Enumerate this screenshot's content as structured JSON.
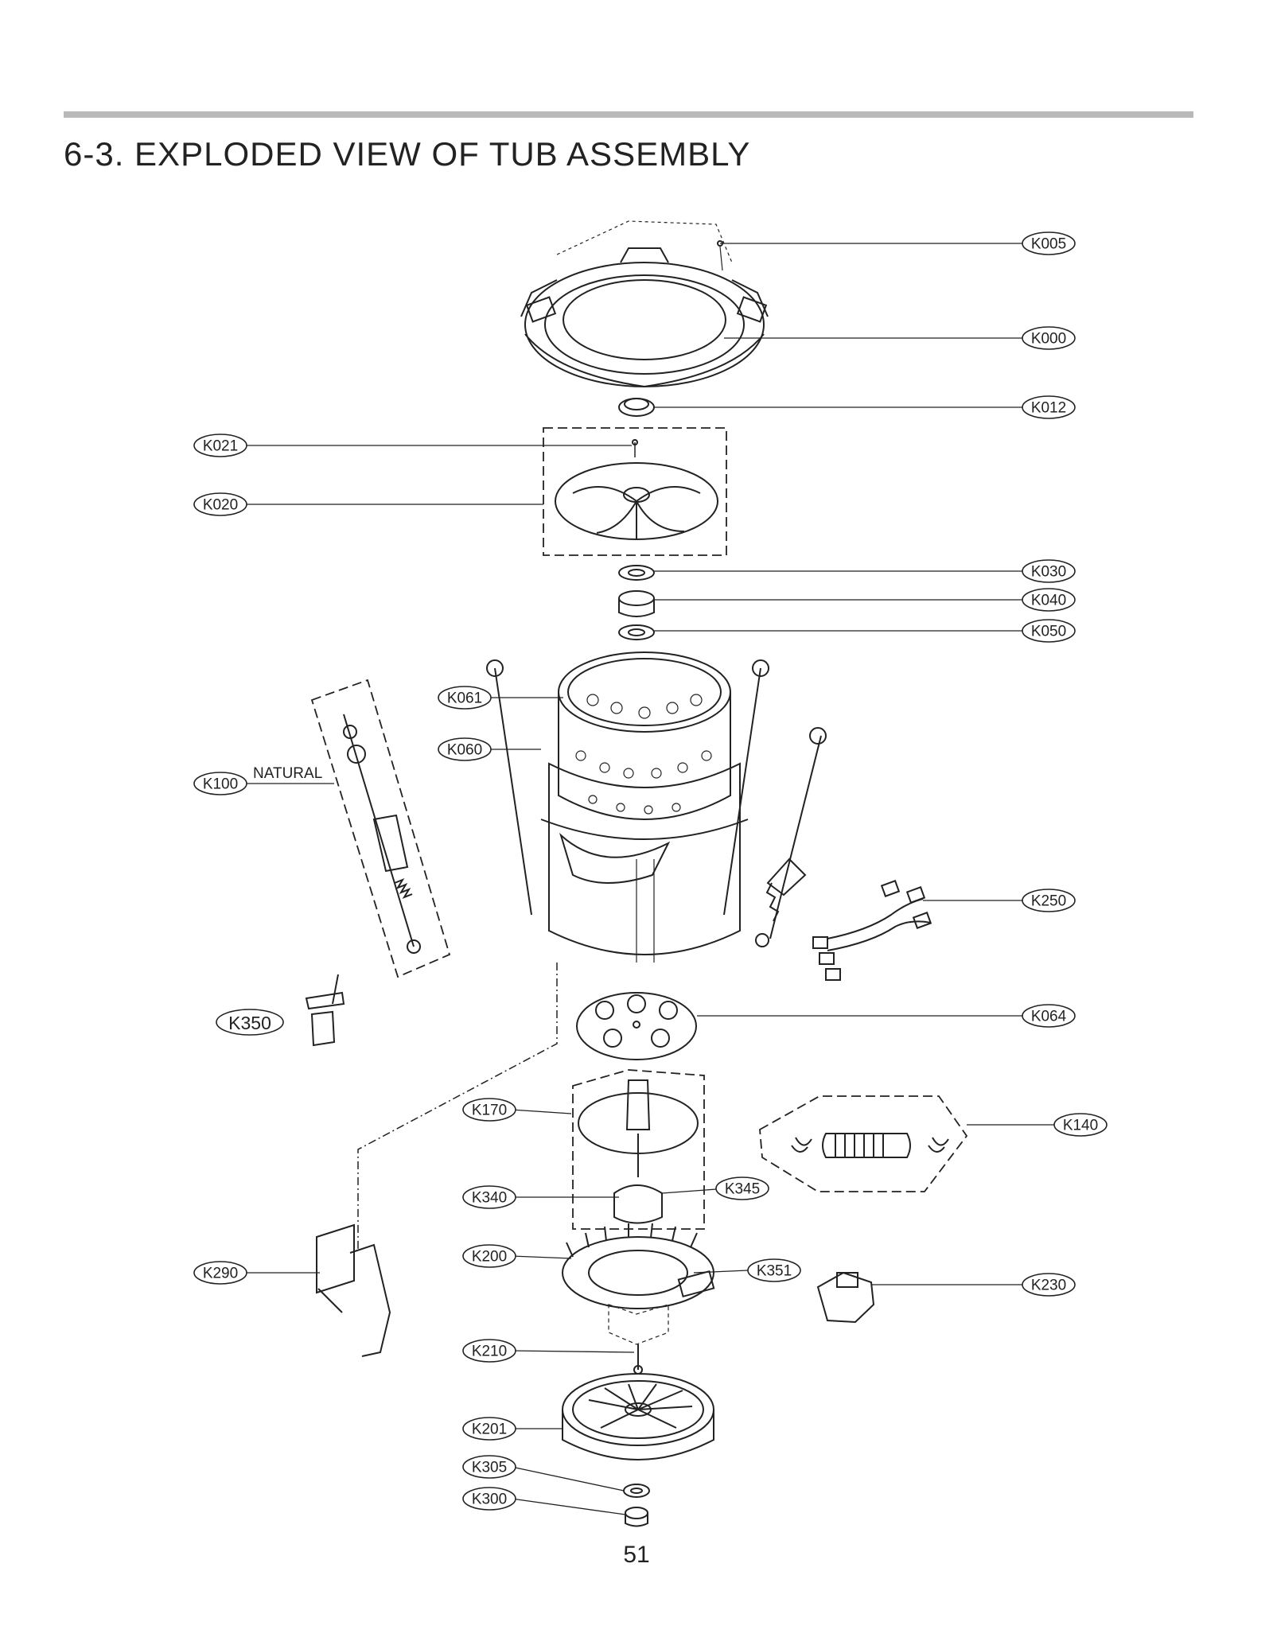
{
  "header": {
    "title": "6-3. EXPLODED VIEW OF TUB ASSEMBLY"
  },
  "callouts": [
    {
      "id": "K005",
      "label": "K005"
    },
    {
      "id": "K000",
      "label": "K000"
    },
    {
      "id": "K012",
      "label": "K012"
    },
    {
      "id": "K021",
      "label": "K021"
    },
    {
      "id": "K020",
      "label": "K020"
    },
    {
      "id": "K030",
      "label": "K030"
    },
    {
      "id": "K040",
      "label": "K040"
    },
    {
      "id": "K050",
      "label": "K050"
    },
    {
      "id": "K061",
      "label": "K061"
    },
    {
      "id": "K060",
      "label": "K060"
    },
    {
      "id": "K100",
      "label": "K100"
    },
    {
      "id": "K250",
      "label": "K250"
    },
    {
      "id": "K350",
      "label": "K350"
    },
    {
      "id": "K064",
      "label": "K064"
    },
    {
      "id": "K170",
      "label": "K170"
    },
    {
      "id": "K140",
      "label": "K140"
    },
    {
      "id": "K340",
      "label": "K340"
    },
    {
      "id": "K345",
      "label": "K345"
    },
    {
      "id": "K200",
      "label": "K200"
    },
    {
      "id": "K351",
      "label": "K351"
    },
    {
      "id": "K290",
      "label": "K290"
    },
    {
      "id": "K230",
      "label": "K230"
    },
    {
      "id": "K210",
      "label": "K210"
    },
    {
      "id": "K201",
      "label": "K201"
    },
    {
      "id": "K305",
      "label": "K305"
    },
    {
      "id": "K300",
      "label": "K300"
    }
  ],
  "notes": {
    "natural": "NATURAL"
  },
  "footer": {
    "page_number": "51"
  }
}
